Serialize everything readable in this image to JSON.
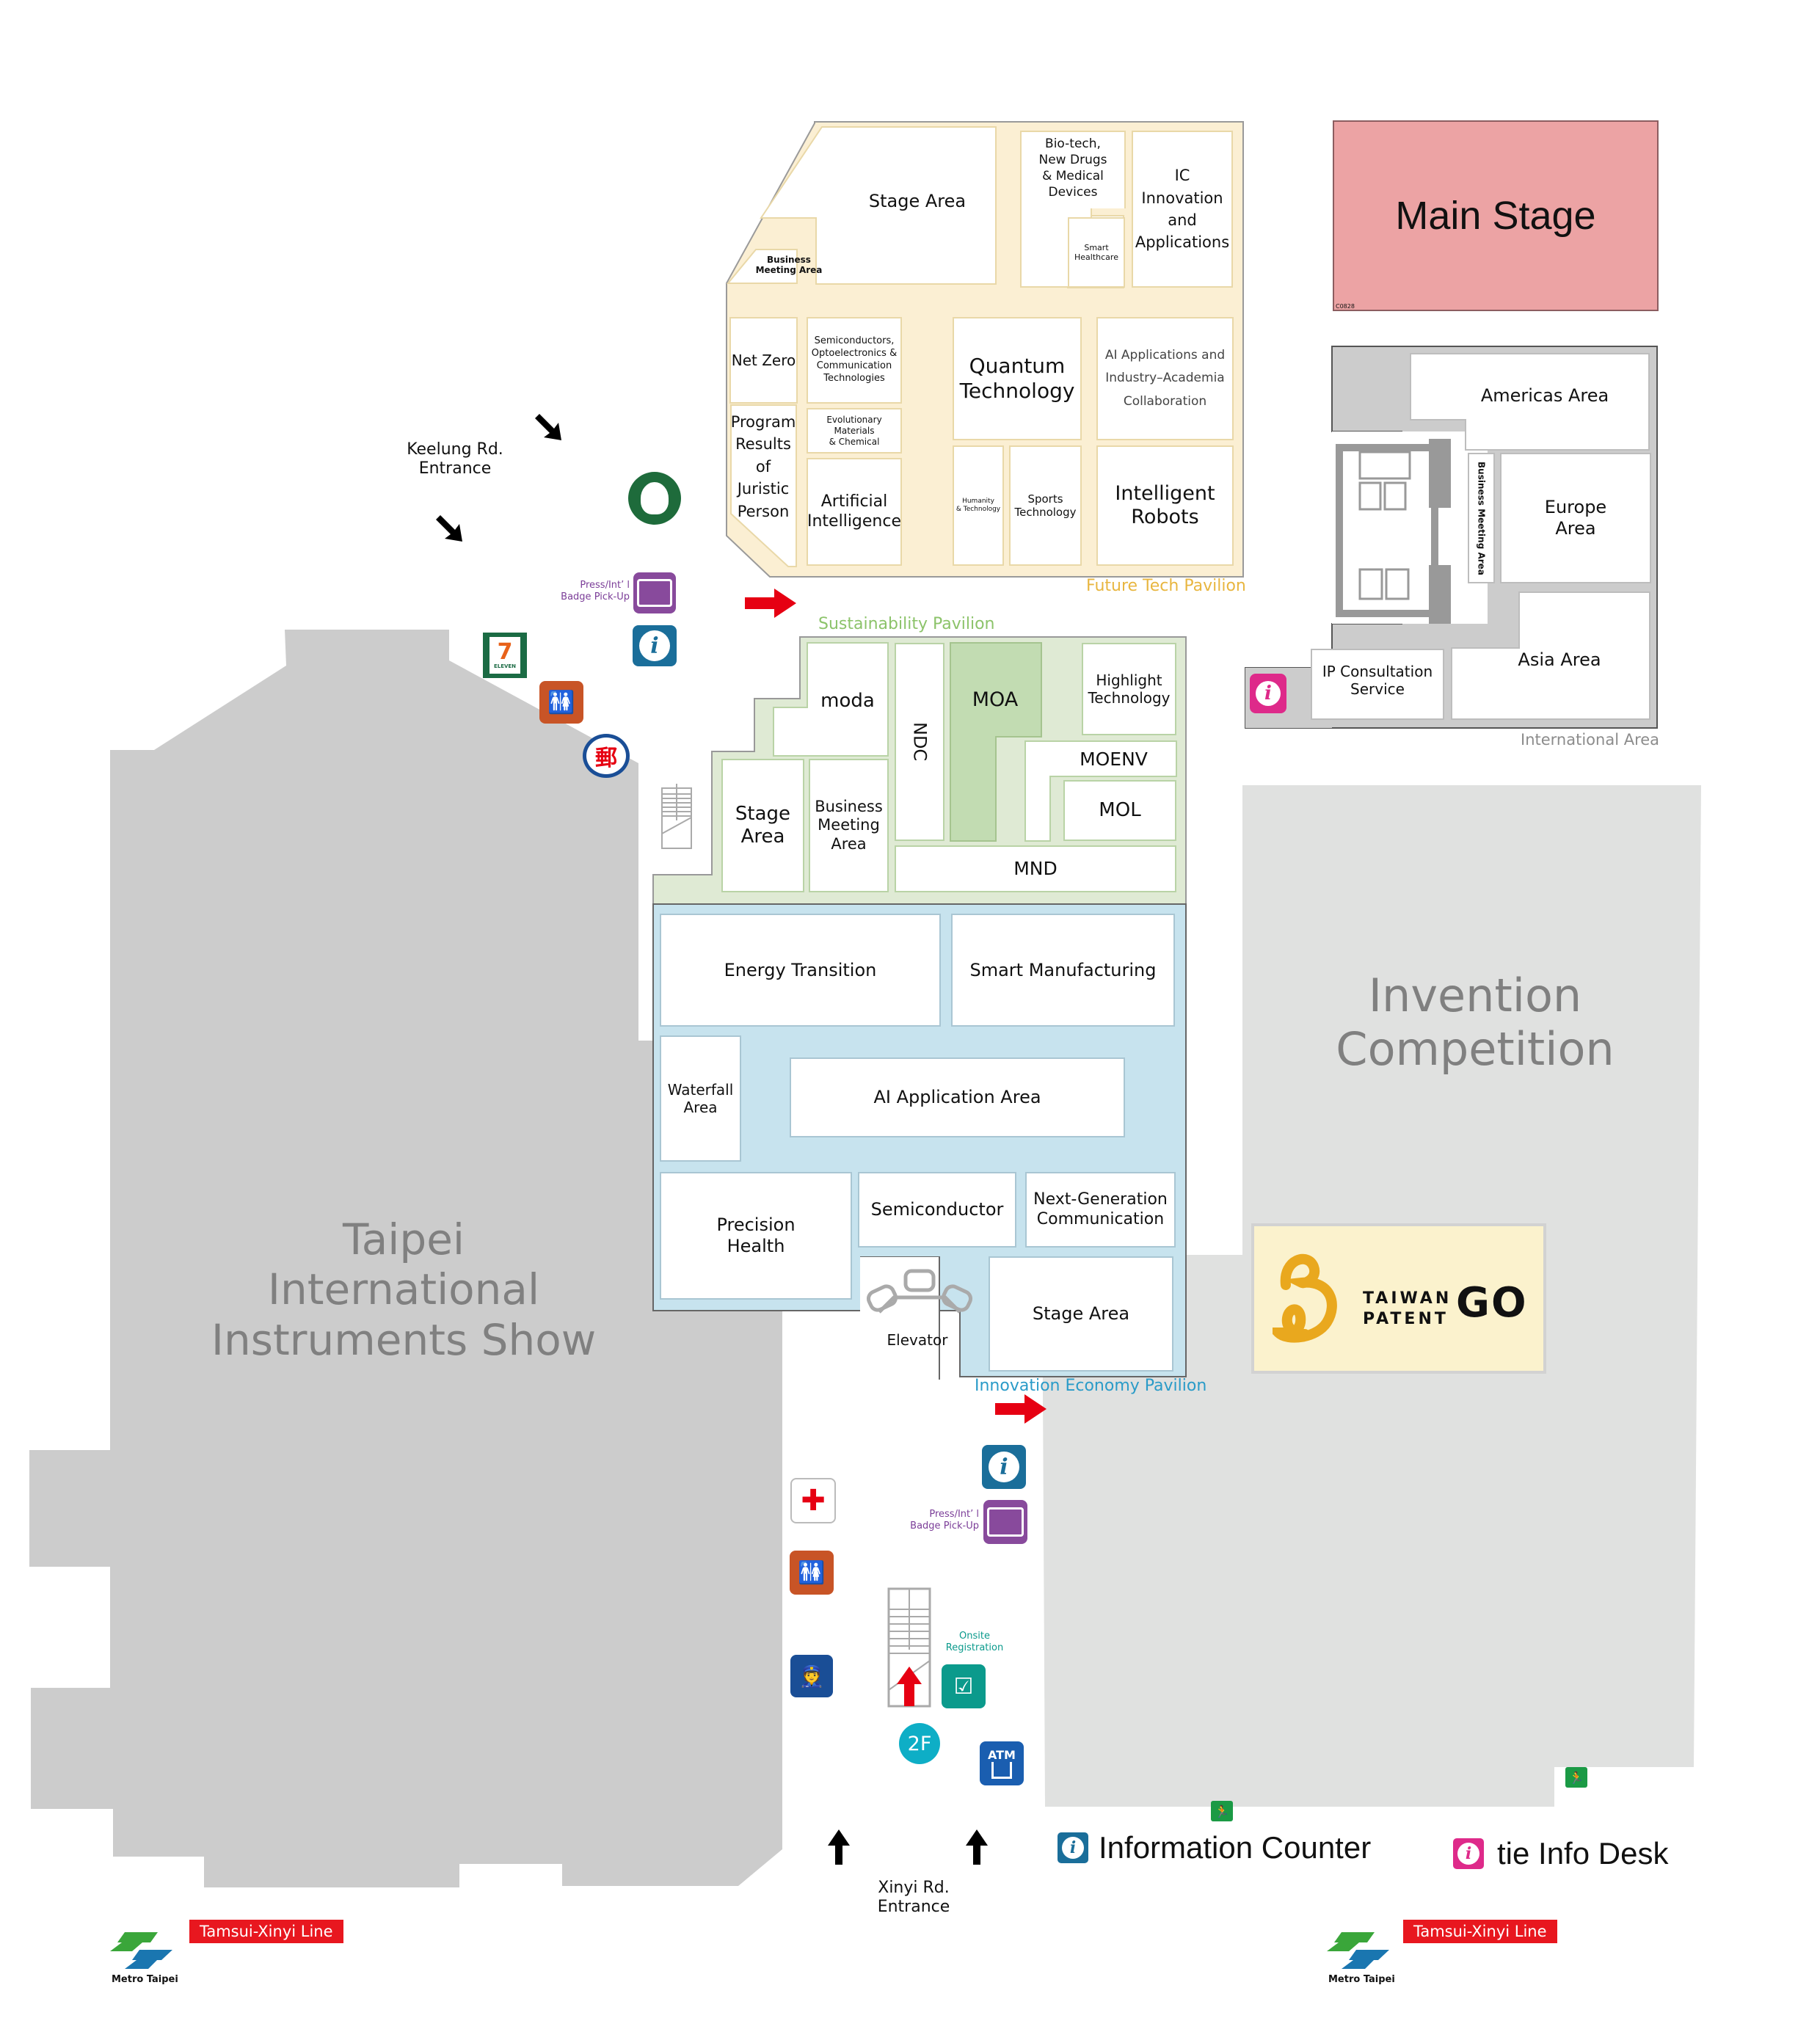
{
  "map": {
    "main_stage": {
      "label": "Main Stage",
      "code": "C0828",
      "color": "#eca3a4"
    },
    "future_tech_pavilion": {
      "label": "Future Tech Pavilion",
      "color": "#e8b640",
      "fill": "#fbefd3",
      "booths": {
        "stage_area": "Stage Area",
        "business_meeting": "Business\nMeeting Area",
        "biotech": "Bio-tech,\nNew Drugs\n& Medical\nDevices",
        "smart_healthcare": "Smart\nHealthcare",
        "ic_innovation": "IC\nInnovation\nand\nApplications",
        "net_zero": "Net Zero",
        "semiconductors": "Semiconductors,\nOptoelectronics &\nCommunication\nTechnologies",
        "quantum": "Quantum\nTechnology",
        "ai_industry": "AI Applications and\nIndustry–Academia\nCollaboration",
        "program_results": "Program\nResults of\nJuristic\nPerson",
        "evolutionary": "Evolutionary\nMaterials\n& Chemical",
        "artificial_intelligence": "Artificial\nIntelligence",
        "humanity": "Humanity\n& Technology",
        "sports": "Sports\nTechnology",
        "robots": "Intelligent\nRobots"
      }
    },
    "international_area": {
      "label": "International Area",
      "color": "#8c8c8c",
      "booths": {
        "americas": "Americas Area",
        "business_meeting": "Business Meeting Area",
        "europe": "Europe\nArea",
        "asia": "Asia Area",
        "ip_consultation": "IP Consultation\nService"
      }
    },
    "sustainability_pavilion": {
      "label": "Sustainability Pavilion",
      "color": "#8cc36a",
      "fill": "#dfead4",
      "booths": {
        "moda": "moda",
        "ndc": "NDC",
        "moa": "MOA",
        "highlight": "Highlight\nTechnology",
        "moenv": "MOENV",
        "mol": "MOL",
        "stage_area": "Stage\nArea",
        "business_meeting": "Business\nMeeting\nArea",
        "mnd": "MND"
      }
    },
    "innovation_economy_pavilion": {
      "label": "Innovation Economy Pavilion",
      "color": "#2a9bc8",
      "fill": "#c7e3ee",
      "booths": {
        "energy": "Energy Transition",
        "smart_manufacturing": "Smart Manufacturing",
        "waterfall": "Waterfall\nArea",
        "ai_application": "AI Application Area",
        "precision_health": "Precision\nHealth",
        "semiconductor": "Semiconductor",
        "next_gen": "Next-Generation\nCommunication",
        "elevator": "Elevator",
        "stage_area": "Stage Area"
      }
    },
    "invention_competition": {
      "label": "Invention\nCompetition"
    },
    "taipei_instruments_show": {
      "label": "Taipei\nInternational\nInstruments Show"
    },
    "taiwan_patent_go": {
      "line1": "TAIWAN",
      "line2": "PATENT",
      "go": "GO"
    },
    "entrances": {
      "keelung": "Keelung Rd.\nEntrance",
      "xinyi": "Xinyi Rd.\nEntrance"
    },
    "labels": {
      "badge_pickup": "Press/Int’ l\nBadge Pick-Up",
      "onsite_registration": "Onsite\nRegistration",
      "floor": "2F",
      "atm": "ATM",
      "seven_eleven": "ELEVEN"
    },
    "legend": {
      "info_counter": "Information Counter",
      "tie_info_desk": "tie Info Desk",
      "info_counter_color": "#1a6e9a",
      "tie_color": "#de2a8a"
    },
    "metro": {
      "name": "Metro Taipei",
      "line": "Tamsui-Xinyi Line"
    }
  }
}
